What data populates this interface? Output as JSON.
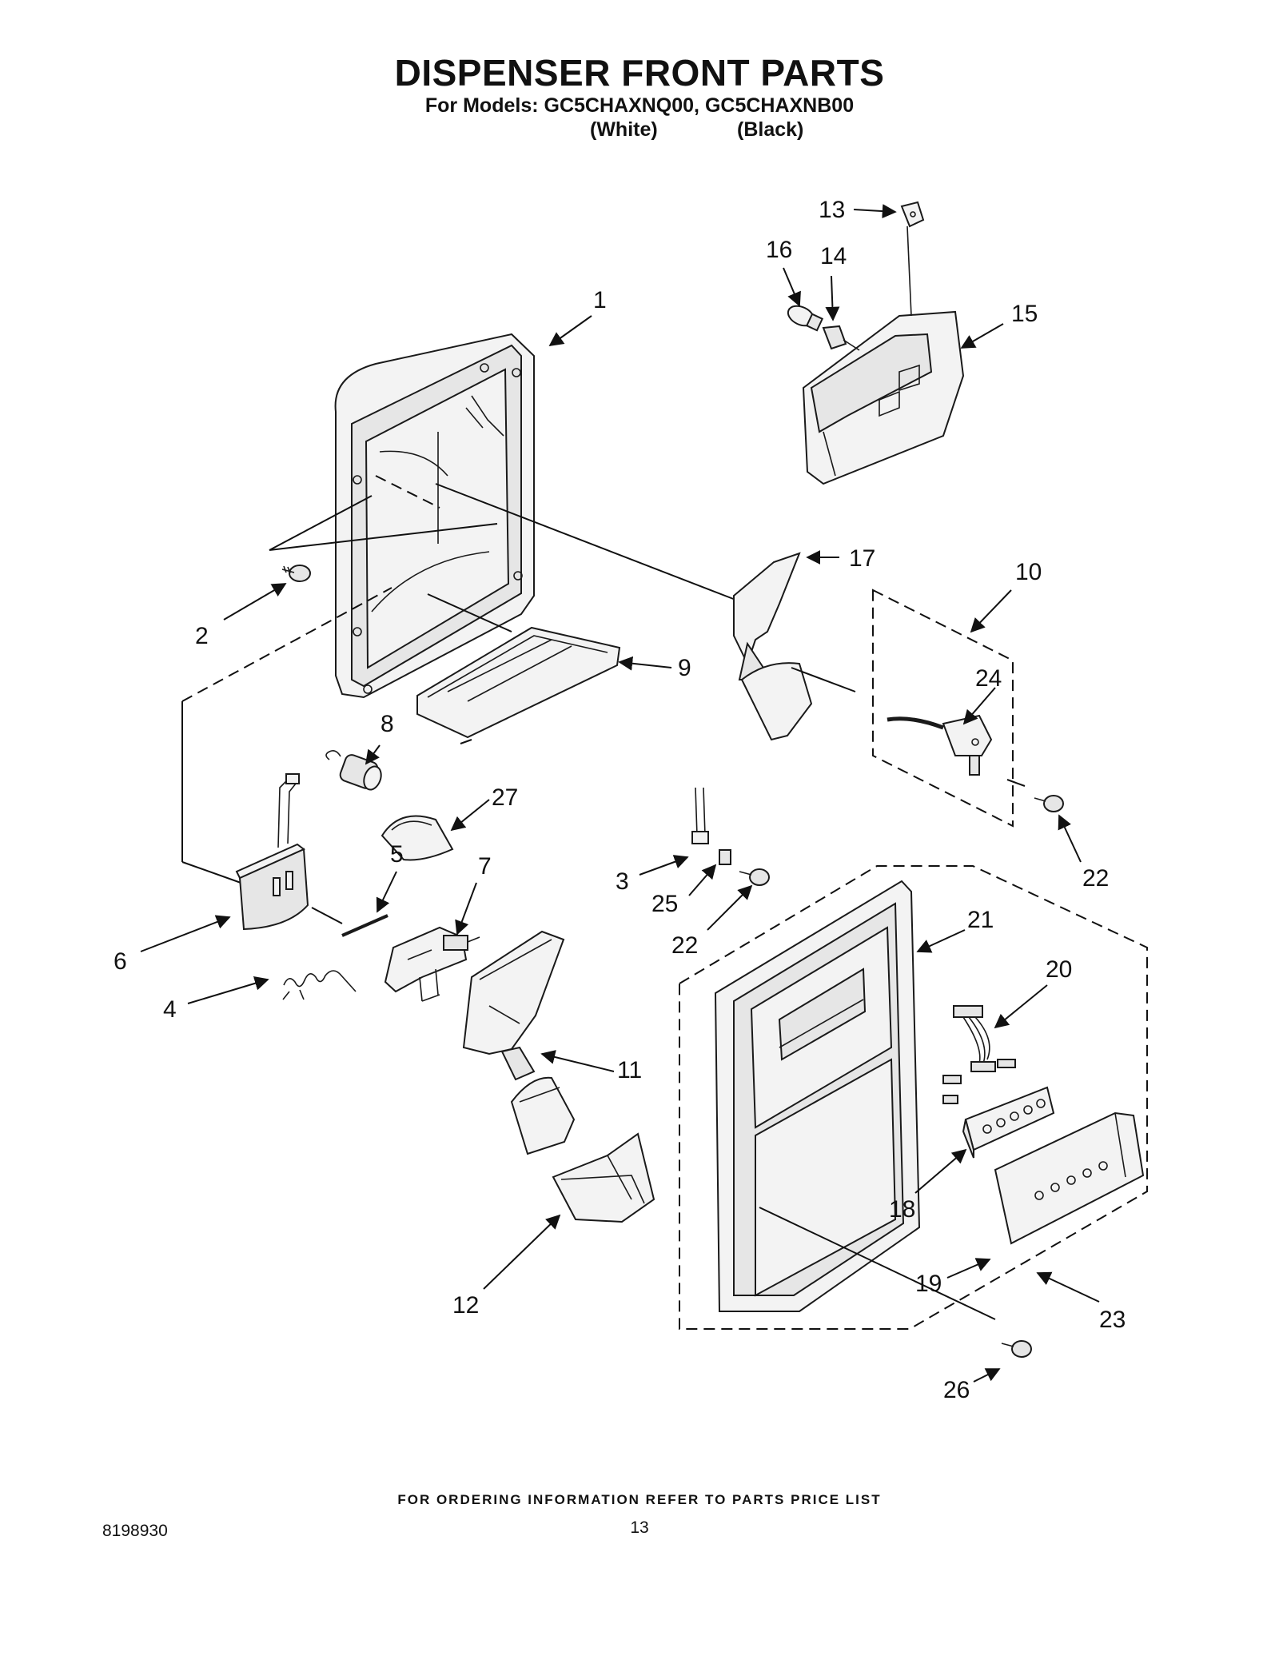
{
  "header": {
    "title": "DISPENSER FRONT PARTS",
    "models_line": "For Models: GC5CHAXNQ00, GC5CHAXNB00",
    "variant_white": "(White)",
    "variant_black": "(Black)"
  },
  "callouts": {
    "c1": "1",
    "c2": "2",
    "c3": "3",
    "c4": "4",
    "c5": "5",
    "c6": "6",
    "c7": "7",
    "c8": "8",
    "c9": "9",
    "c10": "10",
    "c11": "11",
    "c12": "12",
    "c13": "13",
    "c14": "14",
    "c15": "15",
    "c16": "16",
    "c17": "17",
    "c18": "18",
    "c19": "19",
    "c20": "20",
    "c21": "21",
    "c22a": "22",
    "c22b": "22",
    "c23": "23",
    "c24": "24",
    "c25": "25",
    "c26": "26",
    "c27": "27"
  },
  "footer": {
    "ordering_note": "FOR ORDERING INFORMATION REFER TO PARTS PRICE LIST",
    "document_number": "8198930",
    "page_number": "13"
  }
}
